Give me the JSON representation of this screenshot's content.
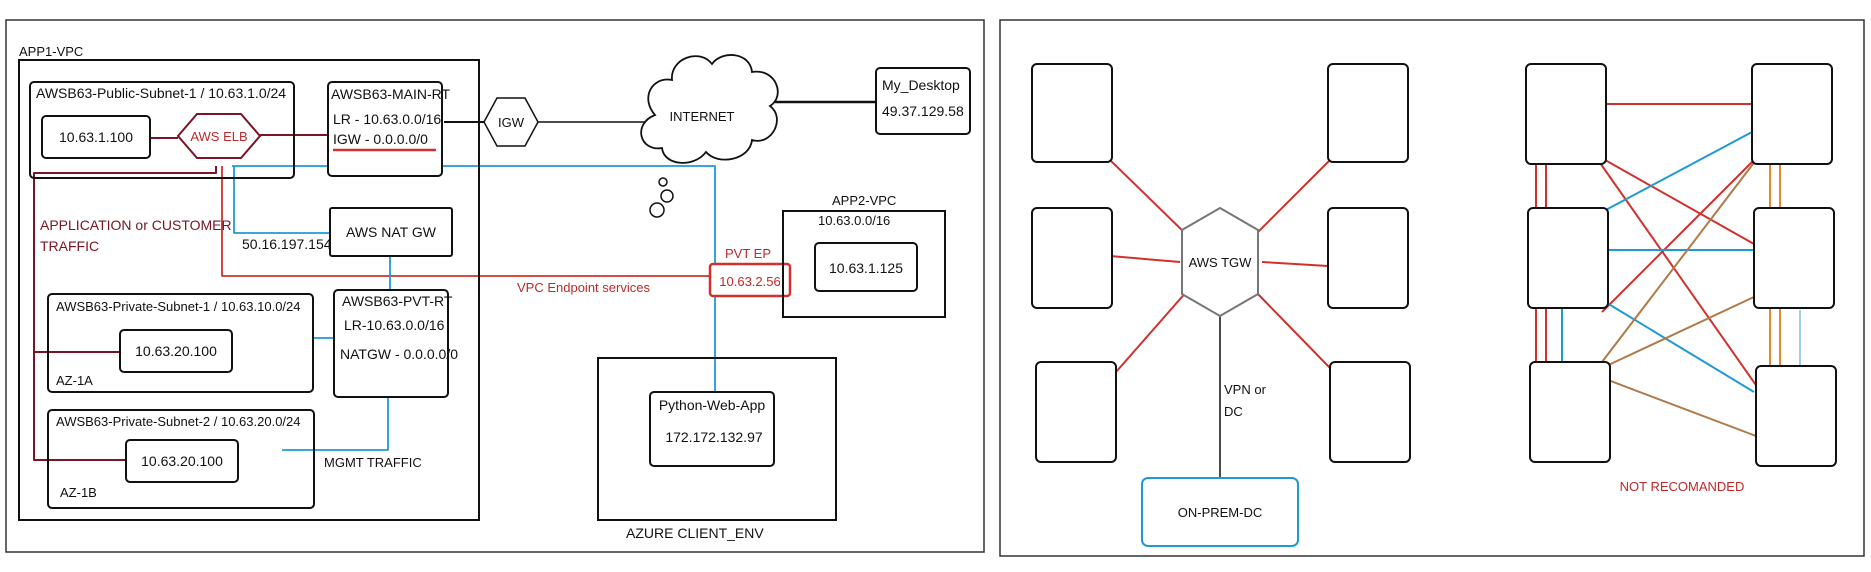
{
  "colors": {
    "red": "#d0312d",
    "maroon": "#7a1426",
    "blue": "#1e9ad6",
    "orange": "#e8892a",
    "brown": "#b07a4a",
    "light_blue": "#9fcfe6",
    "tgw_text": "#2f4a8a",
    "tgw_stroke": "#777777"
  },
  "left_panel": {
    "vpc1_label": "APP1-VPC",
    "public_subnet_label": "AWSB63-Public-Subnet-1 / 10.63.1.0/24",
    "public_instance_ip": "10.63.1.100",
    "elb_label": "AWS ELB",
    "main_rt_title": "AWSB63-MAIN-RT",
    "main_rt_route1": "LR - 10.63.0.0/16",
    "main_rt_route2": "IGW - 0.0.0.0/0",
    "igw_label": "IGW",
    "internet_label": "INTERNET",
    "desktop_name": "My_Desktop",
    "desktop_ip": "49.37.129.58",
    "app_traffic_label_1": "APPLICATION or CUSTOMER",
    "app_traffic_label_2": "TRAFFIC",
    "nat_ip": "50.16.197.154",
    "nat_gw_label": "AWS NAT GW",
    "vpc_endpoint_label": "VPC Endpoint services",
    "pvt_ep_label": "PVT EP",
    "pvt_ep_ip": "10.63.2.56",
    "vpc2_label": "APP2-VPC",
    "vpc2_cidr": "10.63.0.0/16",
    "vpc2_instance_ip": "10.63.1.125",
    "private_subnet1_label": "AWSB63-Private-Subnet-1 / 10.63.10.0/24",
    "private_subnet1_ip": "10.63.20.100",
    "az1_label": "AZ-1A",
    "pvt_rt_title": "AWSB63-PVT-RT",
    "pvt_rt_route1": "LR-10.63.0.0/16",
    "pvt_rt_route2": "NATGW - 0.0.0.0/0",
    "private_subnet2_label": "AWSB63-Private-Subnet-2 / 10.63.20.0/24",
    "private_subnet2_ip": "10.63.20.100",
    "az2_label": "AZ-1B",
    "mgmt_traffic_label": "MGMT TRAFFIC",
    "python_app_name": "Python-Web-App",
    "python_app_ip": "172.172.132.97",
    "azure_env_label": "AZURE CLIENT_ENV"
  },
  "right_panel": {
    "tgw_label": "AWS TGW",
    "vpn_label_1": "VPN or",
    "vpn_label_2": "DC",
    "onprem_label": "ON-PREM-DC",
    "not_recommended_label": "NOT RECOMANDED"
  }
}
